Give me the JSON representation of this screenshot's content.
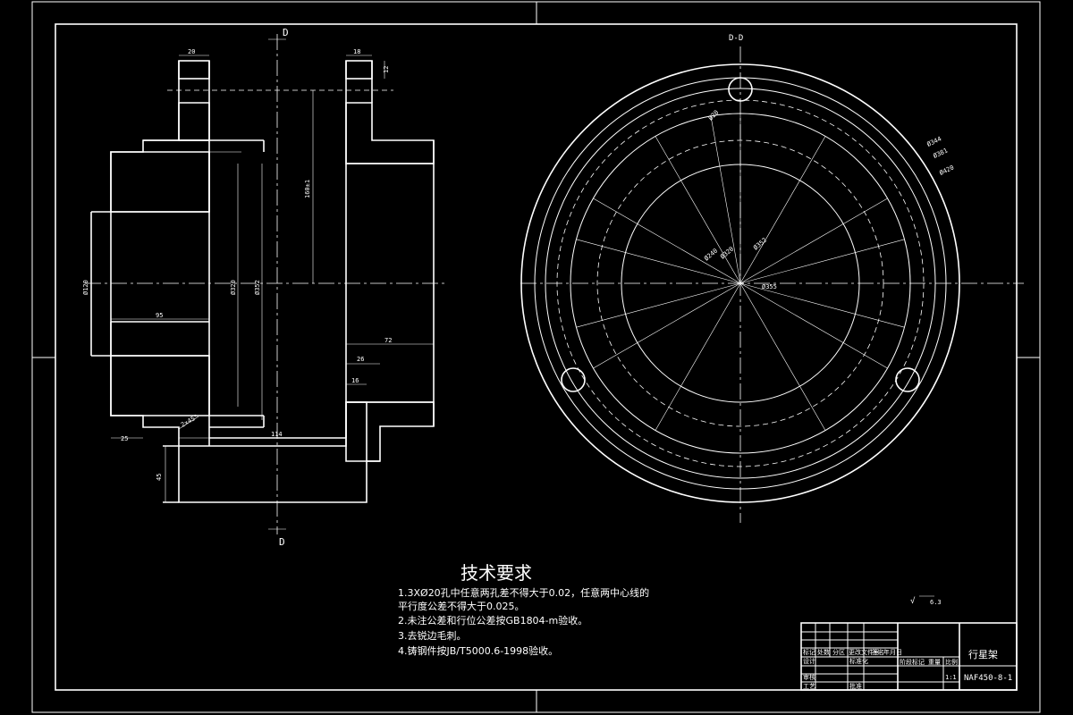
{
  "section_view": {
    "cut_label_top": "D",
    "cut_label_bottom": "D",
    "dims": {
      "top_width_left": "20",
      "top_width_right": "18",
      "top_height_right": "12",
      "diameter_outer": "Ø120",
      "diameter_mid": "Ø320",
      "diameter_inner": "Ø352",
      "height_center": "160±1",
      "width_hub": "95",
      "width_right": "72",
      "width_step": "26",
      "width_small": "16",
      "bottom_left": "25",
      "bottom_length": "114",
      "bottom_height": "45",
      "chamfer": "2×45°"
    }
  },
  "end_view": {
    "title": "D-D",
    "dims": {
      "hole": "Ø20",
      "d1": "Ø344",
      "d2": "Ø381",
      "d3": "Ø420",
      "d4": "Ø240",
      "d5": "Ø320",
      "d6": "Ø352",
      "d7": "Ø355"
    }
  },
  "roughness": {
    "label": "√",
    "value": "6.3"
  },
  "tech_requirements": {
    "title": "技术要求",
    "lines": [
      "1.3XØ20孔中任意两孔差不得大于0.02，任意两中心线的",
      "平行度公差不得大于0.025。",
      "2.未注公差和行位公差按GB1804-m验收。",
      "3.去锐边毛刺。",
      "4.铸钢件按JB/T5000.6-1998验收。"
    ]
  },
  "title_block": {
    "part_name": "行星架",
    "drawing_no": "NAF450-8-1",
    "scale": "1:1",
    "header_cells": [
      "标记",
      "处数",
      "分区",
      "更改文件号",
      "签名",
      "年月日"
    ],
    "row_labels": [
      "设计",
      "标准化",
      "审核",
      "工艺",
      "批准"
    ],
    "stage_labels": [
      "阶段标记",
      "重量",
      "比例"
    ]
  }
}
